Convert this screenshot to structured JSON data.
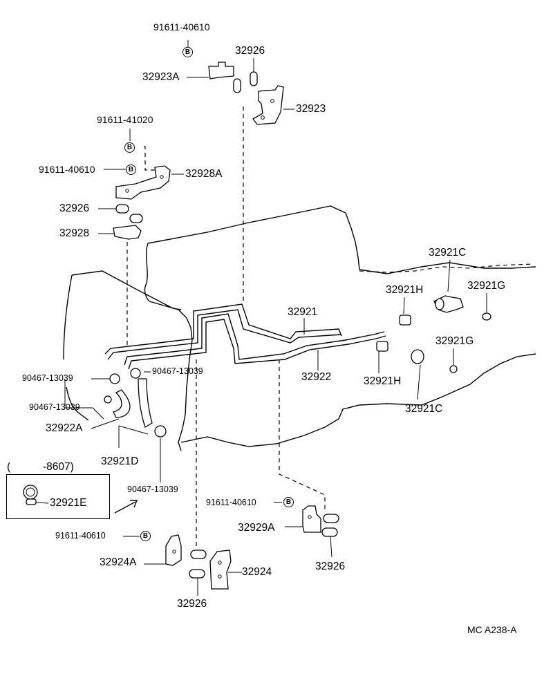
{
  "labels": {
    "p91611_40610_top": "91611-40610",
    "p32926_top": "32926",
    "p32923A": "32923A",
    "p32923": "32923",
    "p91611_41020": "91611-41020",
    "p91611_40610_mid": "91611-40610",
    "p32928A": "32928A",
    "p32926_mid": "32926",
    "p32928": "32928",
    "p32921C_top": "32921C",
    "p32921H_top": "32921H",
    "p32921G_top": "32921G",
    "p32921": "32921",
    "p32921G_bot": "32921G",
    "p90467_13039_a": "90467-13039",
    "p90467_13039_b": "90467-13039",
    "p90467_13039_c": "90467-13039",
    "p32922": "32922",
    "p32921H_bot": "32921H",
    "p32922A": "32922A",
    "p32921C_bot": "32921C",
    "p32921D": "32921D",
    "box_header_open": "(",
    "box_header_code": "-8607)",
    "p32921E": "32921E",
    "p90467_13039_d": "90467-13039",
    "p91611_40610_r": "91611-40610",
    "p32929A": "32929A",
    "p91611_40610_l": "91611-40610",
    "p32924A": "32924A",
    "p32924": "32924",
    "p32926_r": "32926",
    "p32926_bot": "32926",
    "footer_code": "MC  A238-A"
  },
  "bolt_mark": "B"
}
